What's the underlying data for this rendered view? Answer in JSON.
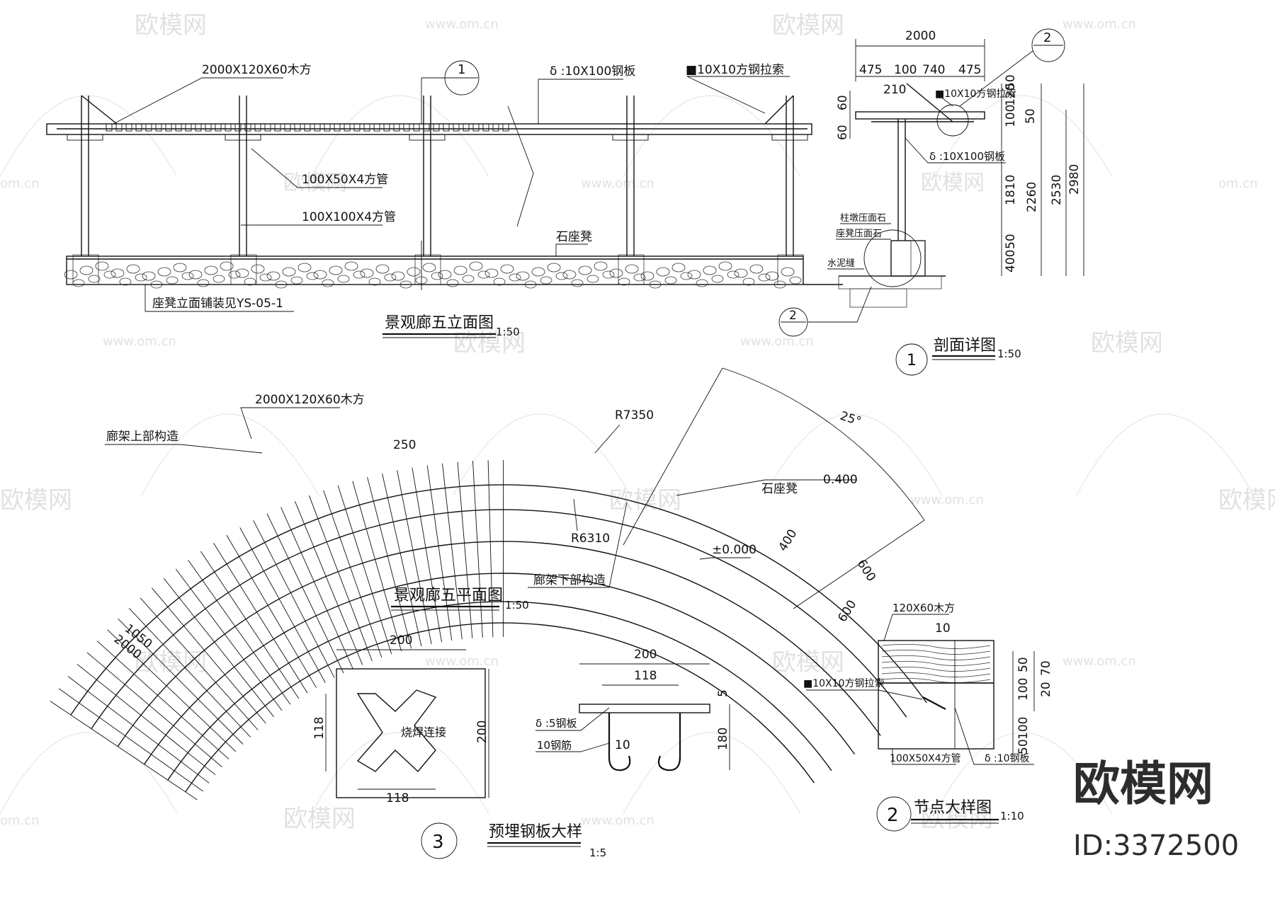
{
  "watermarks": {
    "logo_text": "欧模网",
    "url_text": "www.om.cn",
    "url_short": "om.cn"
  },
  "brand": {
    "name": "欧模网",
    "id": "ID:3372500"
  },
  "elevation": {
    "title": "景观廊五立面图",
    "scale": "1:50",
    "callout_number": "1",
    "labels": {
      "timber": "2000X120X60木方",
      "steel_plate": "δ :10X100钢板",
      "steel_rod": "■10X10方钢拉索",
      "tube_small": "100X50X4方管",
      "tube_large": "100X100X4方管",
      "stone_bench": "石座凳",
      "bench_note": "座凳立面铺装见YS-05-1"
    }
  },
  "section": {
    "title": "剖面详图",
    "scale": "1:50",
    "number": "1",
    "callout_top": "2",
    "callout_bottom": "2",
    "dims_top": [
      "2000",
      "475",
      "100",
      "740",
      "475",
      "210"
    ],
    "dims_left": [
      "60",
      "60"
    ],
    "dims_right_a": [
      "120",
      "50",
      "1810",
      "400",
      "50",
      "100",
      "50"
    ],
    "dims_right_b": [
      "2260",
      "2530",
      "2980"
    ],
    "labels": {
      "steel_rod": "■10X10方钢拉索",
      "steel_plate": "δ :10X100钢板",
      "col_cap": "柱墩压面石",
      "bench_cap": "座凳压面石",
      "water_lip": "水泥缝"
    }
  },
  "plan": {
    "title": "景观廊五平面图",
    "scale": "1:50",
    "labels": {
      "timber": "2000X120X60木方",
      "upper": "廊架上部构造",
      "lower": "廊架下部构造",
      "stone_bench": "石座凳",
      "elev_bench": "0.400",
      "elev_ground": "±0.000",
      "r_outer": "R7350",
      "r_inner": "R6310",
      "angle": "25°",
      "spacing": "250",
      "dim_1050": "1050",
      "dim_2000": "2000",
      "dim_400": "400",
      "dim_600a": "600",
      "dim_600b": "600"
    }
  },
  "plate_detail": {
    "title": "预埋钢板大样",
    "scale": "1:5",
    "number": "3",
    "dim_top": "200",
    "dim_left": "118",
    "dim_right": "200",
    "dim_bottom": "118",
    "weld": "烧焊连接"
  },
  "hook_detail": {
    "dim_top": "200",
    "dim_inner": "118",
    "dim_right_a": "5",
    "dim_right_b": "180",
    "dim_gap": "10",
    "plate": "δ :5钢板",
    "bar": "10钢筋"
  },
  "node_detail": {
    "title": "节点大样图",
    "scale": "1:10",
    "number": "2",
    "timber": "120X60木方",
    "dim_10": "10",
    "rod": "■10X10方钢拉索",
    "tube": "100X50X4方管",
    "plate": "δ :10钢板",
    "dims_right": [
      "50",
      "70",
      "20",
      "100",
      "100",
      "50"
    ]
  }
}
